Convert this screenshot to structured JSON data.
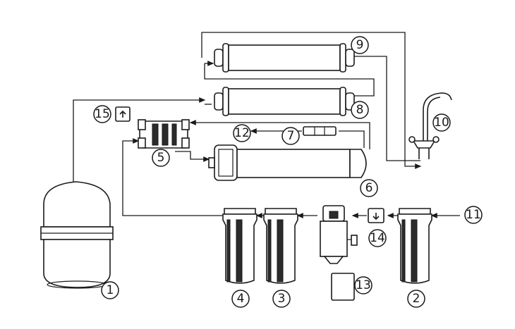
{
  "diagram": {
    "components": [
      {
        "id": "tank",
        "number": "1"
      },
      {
        "id": "sediment-filter",
        "number": "2"
      },
      {
        "id": "carbon-filter-a",
        "number": "3"
      },
      {
        "id": "carbon-filter-b",
        "number": "4"
      },
      {
        "id": "flow-block",
        "number": "5"
      },
      {
        "id": "membrane-housing",
        "number": "6"
      },
      {
        "id": "flow-restrictor",
        "number": "7"
      },
      {
        "id": "post-carbon-filter",
        "number": "8"
      },
      {
        "id": "inline-filter",
        "number": "9"
      },
      {
        "id": "faucet",
        "number": "10"
      },
      {
        "id": "feed-inlet",
        "number": "11"
      },
      {
        "id": "pressure-switch-low",
        "number": "12"
      },
      {
        "id": "pump-transformer",
        "number": "13"
      },
      {
        "id": "low-pressure-switch",
        "number": "14"
      },
      {
        "id": "high-pressure-switch",
        "number": "15"
      }
    ],
    "colors": {
      "line": "#1a1a1a",
      "fill": "#ffffff",
      "dark": "#2b2b2b"
    }
  }
}
